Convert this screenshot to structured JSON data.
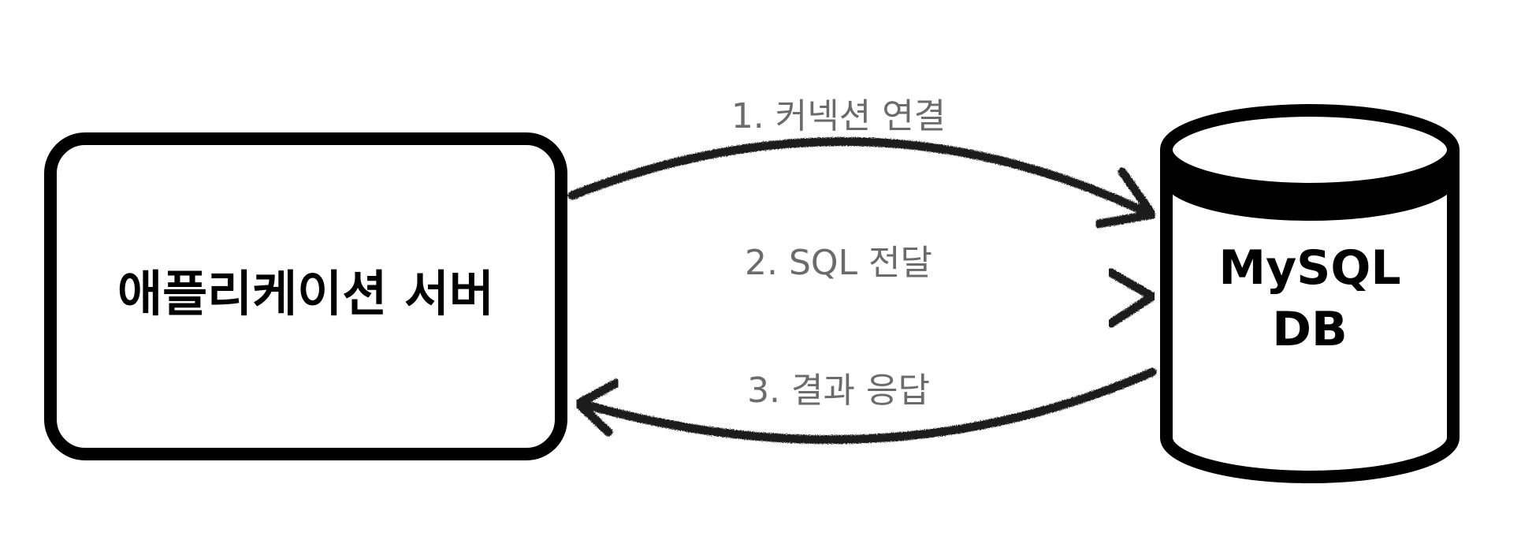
{
  "nodes": {
    "app_server": {
      "label": "애플리케이션 서버"
    },
    "database": {
      "label_line1": "MySQL",
      "label_line2": "DB"
    }
  },
  "edges": [
    {
      "label": "1. 커넥션 연결",
      "direction": "app-to-db"
    },
    {
      "label": "2. SQL 전달",
      "direction": "app-to-db"
    },
    {
      "label": "3. 결과 응답",
      "direction": "db-to-app"
    }
  ],
  "colors": {
    "stroke": "#000000",
    "arrow": "#1a1a1a",
    "edge_label": "#6b6b6b",
    "background": "#ffffff"
  }
}
